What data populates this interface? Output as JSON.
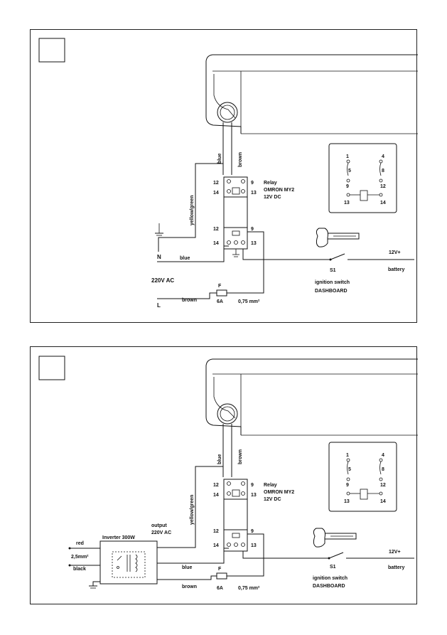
{
  "diagram1": {
    "wire_labels": {
      "blue_top": "blue",
      "brown_top": "brown",
      "yellow_green": "yellow/green",
      "blue_n": "blue",
      "brown_l": "brown"
    },
    "relay": {
      "line1": "Relay",
      "line2": "OMRON MY2",
      "line3": "12V DC"
    },
    "terminals": {
      "t12": "12",
      "t9": "9",
      "t14": "14",
      "t13": "13"
    },
    "mains": {
      "n": "N",
      "l": "L",
      "voltage": "220V AC"
    },
    "fuse": {
      "f": "F",
      "rating": "6A",
      "cross_section": "0,75 mm²"
    },
    "switch": {
      "s1": "S1",
      "name": "ignition switch",
      "location": "DASHBOARD"
    },
    "battery": {
      "plus": "12V+",
      "label": "battery"
    },
    "pinout": {
      "p1": "1",
      "p4": "4",
      "p5": "5",
      "p8": "8",
      "p9": "9",
      "p12": "12",
      "p13": "13",
      "p14": "14"
    }
  },
  "diagram2": {
    "wire_labels": {
      "blue_top": "blue",
      "brown_top": "brown",
      "yellow_green": "yellow/green",
      "blue_out": "blue",
      "brown_out": "brown"
    },
    "relay": {
      "line1": "Relay",
      "line2": "OMRON MY2",
      "line3": "12V DC"
    },
    "terminals": {
      "t12": "12",
      "t9": "9",
      "t14": "14",
      "t13": "13"
    },
    "inverter": {
      "name": "Inverter 300W",
      "out1": "output",
      "out2": "220V AC"
    },
    "dc_input": {
      "red": "red",
      "section": "2,5mm²",
      "black": "black"
    },
    "fuse": {
      "f": "F",
      "rating": "6A",
      "cross_section": "0,75 mm²"
    },
    "switch": {
      "s1": "S1",
      "name": "ignition switch",
      "location": "DASHBOARD"
    },
    "battery": {
      "plus": "12V+",
      "label": "battery"
    },
    "pinout": {
      "p1": "1",
      "p4": "4",
      "p5": "5",
      "p8": "8",
      "p9": "9",
      "p12": "12",
      "p13": "13",
      "p14": "14"
    }
  }
}
